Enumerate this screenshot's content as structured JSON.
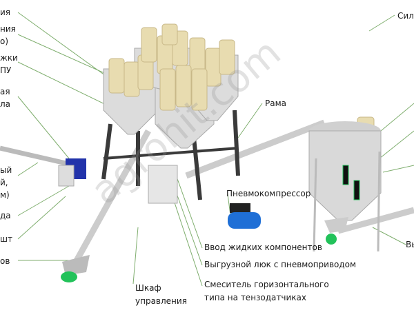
{
  "title": "Equipment diagram",
  "watermark": "agrohit.com",
  "left_labels": [
    "ия",
    "ния",
    "о)",
    "жки",
    "ПУ",
    "ая",
    "ла",
    "ый",
    "й,",
    "м)",
    "да",
    "шт",
    "ов"
  ],
  "right_labels": {
    "silo": "Сил",
    "frame": "Рама",
    "compressor": "Пневмокомпрессор",
    "outlet": "Вы"
  },
  "bottom_labels": {
    "liquid_input": "Ввод жидких компонентов",
    "unload_hatch": "Выгрузной люк с пневмоприводом",
    "mixer_line1": "Смеситель горизонтального",
    "mixer_line2": "типа на тензодатчиках",
    "cabinet_line1": "Шкаф",
    "cabinet_line2": "управления"
  },
  "colors": {
    "leader": "#7fae6e",
    "silo": "#e8dcb0",
    "body": "#d9d9d9",
    "frame": "#3a3a3a",
    "motor": "#2233aa",
    "accent_green": "#22c25a"
  }
}
